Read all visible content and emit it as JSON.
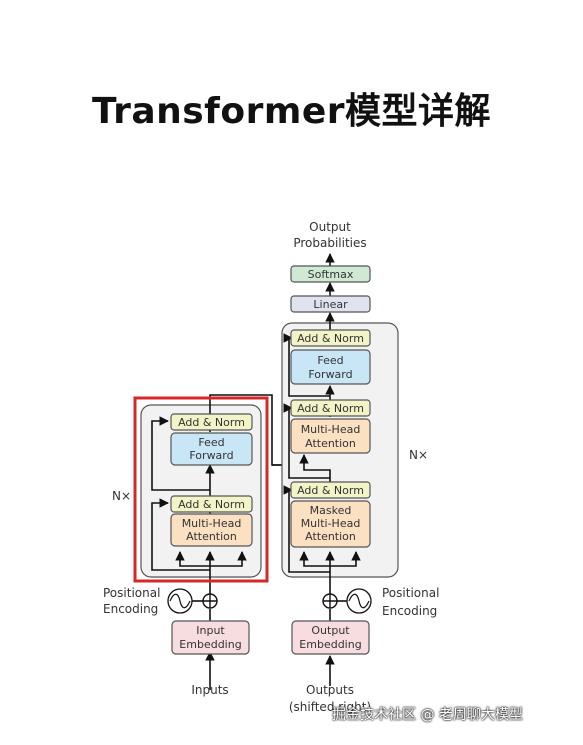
{
  "title": "Transformer模型详解",
  "diagram": {
    "output_probabilities": [
      "Output",
      "Probabilities"
    ],
    "softmax": "Softmax",
    "linear": "Linear",
    "add_norm": "Add & Norm",
    "feed_forward": [
      "Feed",
      "Forward"
    ],
    "multi_head_attention": [
      "Multi-Head",
      "Attention"
    ],
    "masked_multi_head_attention": [
      "Masked",
      "Multi-Head",
      "Attention"
    ],
    "nx": "N×",
    "positional_encoding": [
      "Positional",
      "Encoding"
    ],
    "input_embedding": [
      "Input",
      "Embedding"
    ],
    "output_embedding": [
      "Output",
      "Embedding"
    ],
    "inputs": "Inputs",
    "outputs": [
      "Outputs",
      "(shifted right)"
    ]
  },
  "colors": {
    "add_norm": "#f2f4c8",
    "feed_forward": "#c9e6f6",
    "attention": "#fbe0c2",
    "embedding": "#f8dde0",
    "softmax": "#cfe9d4",
    "linear": "#dfe3ef",
    "block_bg": "#f2f2f2",
    "highlight": "#d62828"
  },
  "watermark": "掘金技术社区 @ 老周聊大模型"
}
